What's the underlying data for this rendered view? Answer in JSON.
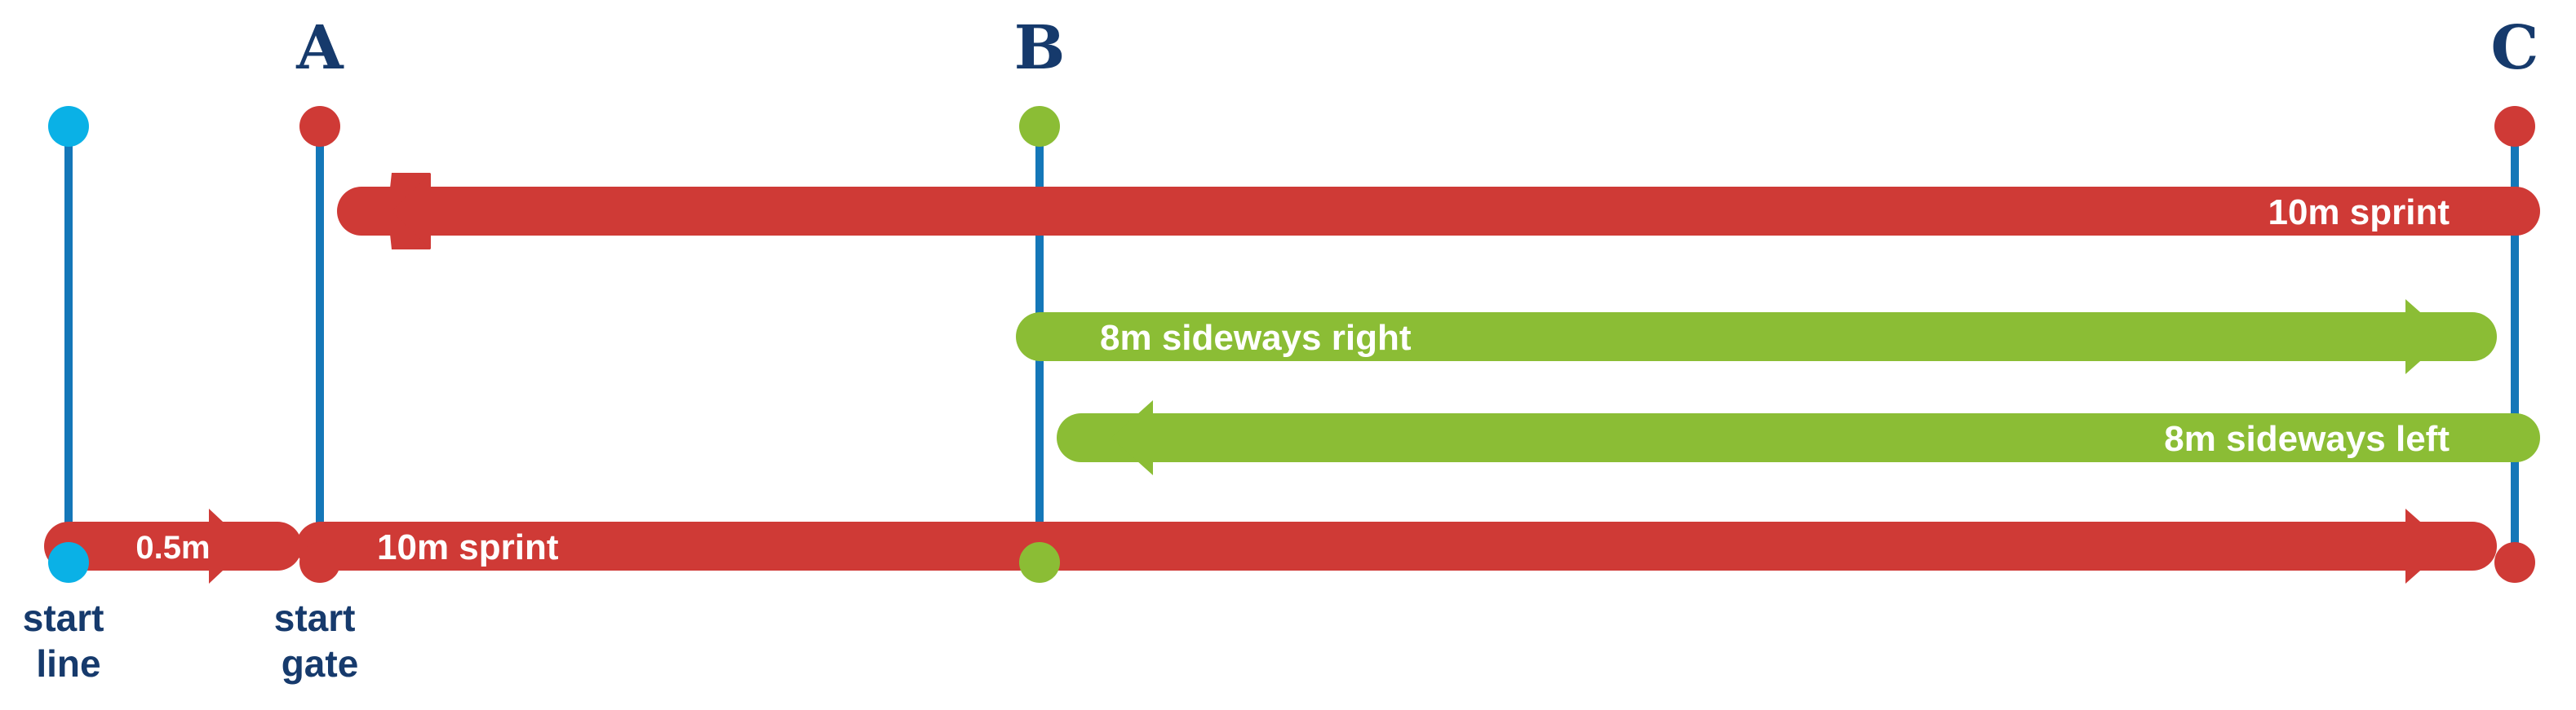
{
  "colors": {
    "red": "#cf3a36",
    "green": "#8bbd35",
    "cyan": "#0ab1e6",
    "pole": "#1477b8",
    "navy": "#163a6c",
    "white": "#ffffff"
  },
  "posts": {
    "a": "A",
    "b": "B",
    "c": "C"
  },
  "bottom_labels": {
    "start_line": [
      "start",
      "line"
    ],
    "start_gate": [
      "start",
      "gate"
    ]
  },
  "arrows": {
    "sprint_back": "10m sprint",
    "sideways_right": "8m sideways right",
    "sideways_left": "8m sideways left",
    "start_offset": "0.5m",
    "sprint_out": "10m sprint"
  }
}
